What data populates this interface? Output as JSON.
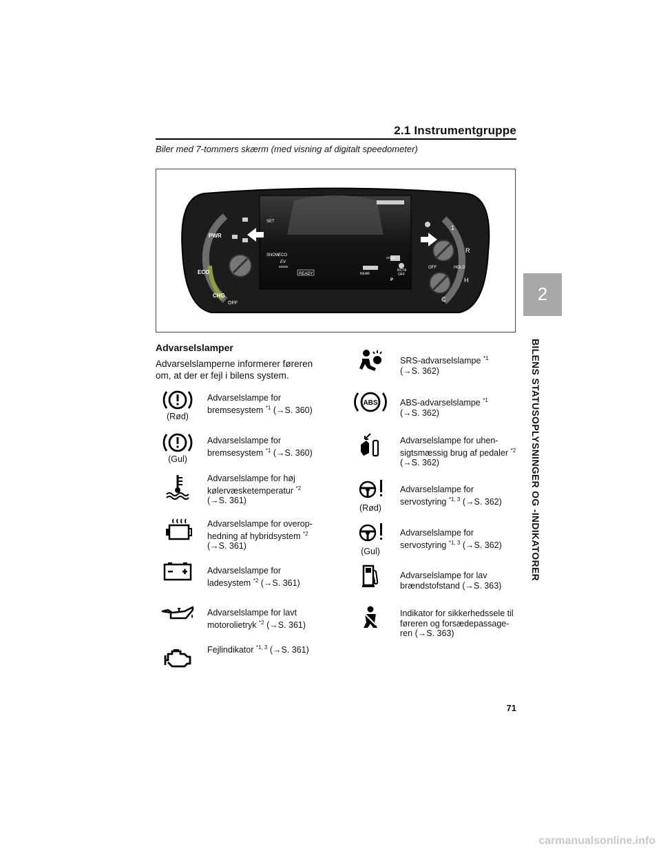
{
  "header": {
    "section": "2.1 Instrumentgruppe",
    "page_number": "71"
  },
  "subtitle": "Biler med 7-tommers skærm (med visning af digitalt speedometer)",
  "side_tab": {
    "number": "2",
    "vertical_label": "BILENS STATUSOPLYSNINGER OG -INDIKATORER"
  },
  "cluster": {
    "left_labels": {
      "pwr": "PWR",
      "eco": "ECO",
      "chg": "CHG",
      "off": "OFF"
    },
    "right_labels": {
      "one": "1",
      "r": "R",
      "h": "H",
      "c": "C",
      "hold": "HOLD",
      "off": "OFF"
    },
    "screen": {
      "set": "SET",
      "snow": "SNOW",
      "eco": "ECO",
      "ev": "EV",
      "mode": "MODE",
      "ready": "READY",
      "rear": "REAR",
      "hold": "HOLD",
      "rcta": "RCTA",
      "rcta_off": "OFF",
      "p": "P"
    }
  },
  "section_title": "Advarselslamper",
  "intro": "Advarselslamperne informerer føreren om, at der er fejl i bilens system.",
  "left_entries": [
    {
      "icon": "brake-warning-icon",
      "sub": "(Rød)",
      "line1": "Advarselslampe for",
      "line2": "bremsesystem",
      "sup": "*1",
      "ref": "(→S. 360)"
    },
    {
      "icon": "brake-warning-icon",
      "sub": "(Gul)",
      "line1": "Advarselslampe for",
      "line2": "bremsesystem",
      "sup": "*1",
      "ref": "(→S. 360)"
    },
    {
      "icon": "coolant-temperature-icon",
      "sub": "",
      "line1": "Advarselslampe for høj",
      "line2": "kølervæsketemperatur",
      "sup": "*2",
      "ref": "(→S. 361)"
    },
    {
      "icon": "hybrid-overheat-icon",
      "sub": "",
      "line1": "Advarselslampe for overop-",
      "line2": "hedning af hybridsystem",
      "sup": "*2",
      "ref": "(→S. 361)"
    },
    {
      "icon": "battery-icon",
      "sub": "",
      "line1": "Advarselslampe for",
      "line2": "ladesystem",
      "sup": "*2",
      "ref": "(→S. 361)"
    },
    {
      "icon": "oil-pressure-icon",
      "sub": "",
      "line1": "Advarselslampe for lavt",
      "line2": "motorolietryk",
      "sup": "*2",
      "ref": "(→S. 361)"
    },
    {
      "icon": "engine-icon",
      "sub": "",
      "line1": "Fejlindikator",
      "line2": "",
      "sup": "*1, 3",
      "ref": "(→S. 361)"
    }
  ],
  "right_entries": [
    {
      "icon": "srs-airbag-icon",
      "sub": "",
      "line1": "SRS-advarselslampe",
      "line2": "",
      "sup": "*1",
      "ref": "(→S. 362)"
    },
    {
      "icon": "abs-icon",
      "sub": "",
      "icon_text": "ABS",
      "line1": "ABS-advarselslampe",
      "line2": "",
      "sup": "*1",
      "ref": "(→S. 362)"
    },
    {
      "icon": "pedal-misuse-icon",
      "sub": "",
      "line1": "Advarselslampe for uhen-",
      "line2": "sigtsmæssig brug af pedaler",
      "sup": "*2",
      "ref": "(→S. 362)"
    },
    {
      "icon": "steering-warning-icon",
      "sub": "(Rød)",
      "line1": "Advarselslampe for",
      "line2": "servostyring",
      "sup": "*1, 3",
      "ref": "(→S. 362)"
    },
    {
      "icon": "steering-warning-icon",
      "sub": "(Gul)",
      "line1": "Advarselslampe for",
      "line2": "servostyring",
      "sup": "*1, 3",
      "ref": "(→S. 362)"
    },
    {
      "icon": "fuel-icon",
      "sub": "",
      "line1": "Advarselslampe for lav",
      "line2": "brændstofstand",
      "sup": "",
      "ref": "(→S. 363)"
    },
    {
      "icon": "seatbelt-icon",
      "sub": "",
      "line1": "Indikator for sikkerhedssele til",
      "line2": "føreren og forsædepassage-",
      "line3": "ren",
      "sup": "",
      "ref": "(→S. 363)"
    }
  ],
  "watermark": "carmanualsonline.info"
}
